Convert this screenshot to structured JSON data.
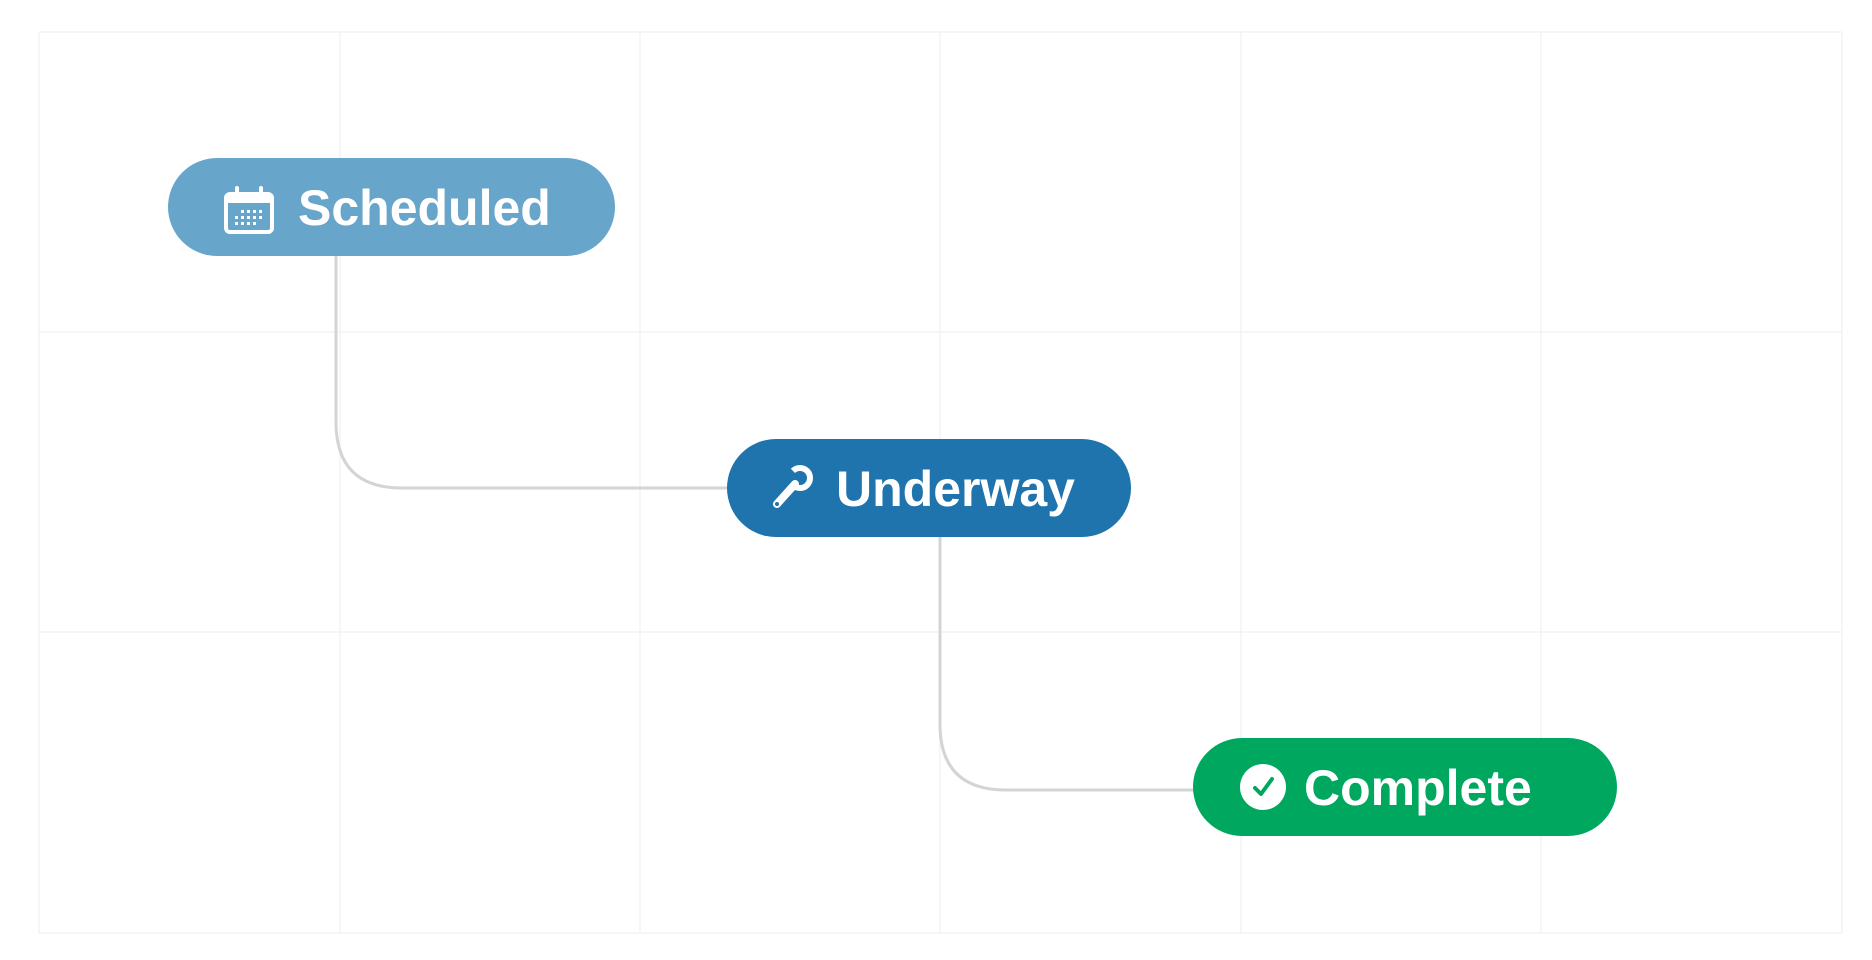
{
  "diagram": {
    "nodes": [
      {
        "id": "scheduled",
        "label": "Scheduled",
        "icon": "calendar-icon",
        "color": "#67a5cb"
      },
      {
        "id": "underway",
        "label": "Underway",
        "icon": "wrench-icon",
        "color": "#1f74ad"
      },
      {
        "id": "complete",
        "label": "Complete",
        "icon": "check-circle-icon",
        "color": "#00a75f"
      }
    ],
    "edges": [
      {
        "from": "scheduled",
        "to": "underway"
      },
      {
        "from": "underway",
        "to": "complete"
      }
    ],
    "colors": {
      "connector": "#d3d4d6",
      "grid": "#eef0f3",
      "background": "#ffffff",
      "text": "#ffffff"
    }
  }
}
